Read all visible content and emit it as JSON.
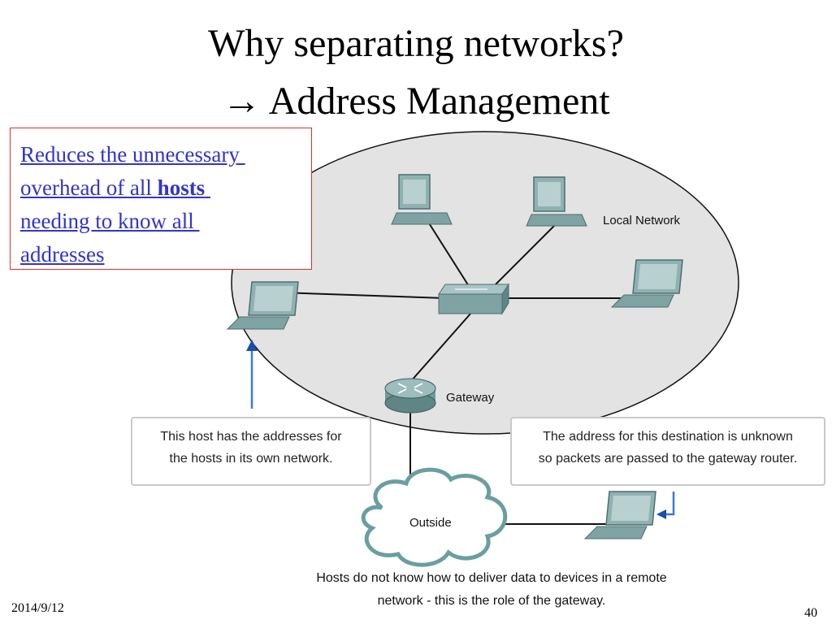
{
  "title": {
    "line1": "Why separating networks?",
    "arrow": "→",
    "line2": "Address Management"
  },
  "callout": {
    "line1": "Reduces the unnecessary ",
    "line2_prefix": "overhead of all ",
    "line2_bold": "hosts",
    "line3": "needing to know all ",
    "line4": "addresses"
  },
  "diagram": {
    "local_network_label": "Local Network",
    "gateway_label": "Gateway",
    "outside_label": "Outside",
    "left_note": {
      "line1": "This host has the addresses for",
      "line2": "the hosts in its own network."
    },
    "right_note": {
      "line1": "The address for this destination is unknown",
      "line2": "so packets are passed to the gateway router."
    },
    "caption": {
      "line1": "Hosts do not know how to deliver data to devices in a remote",
      "line2": "network - this is the role of the gateway."
    },
    "colors": {
      "network_fill": "#e3e3e3",
      "device": "#7fa3a3",
      "arrow": "#3a7bd5",
      "cloud_stroke": "#6a9ea0"
    }
  },
  "footer": {
    "date": "2014/9/12",
    "page": "40"
  }
}
